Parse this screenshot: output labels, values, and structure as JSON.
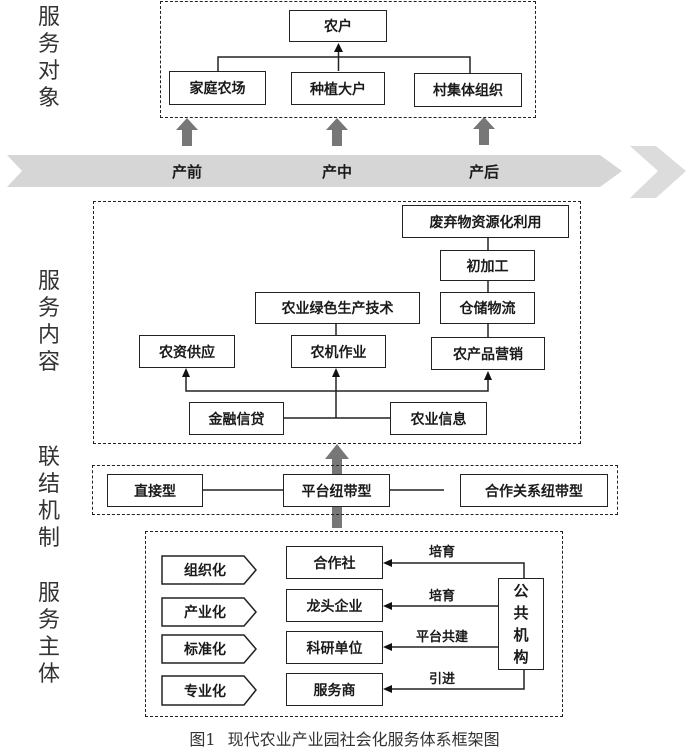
{
  "side_labels": {
    "service_targets": "服务对象",
    "service_content": "服务内容",
    "linkage_mechanism": "联结机制",
    "service_providers": "服务主体"
  },
  "service_targets": {
    "top": "农户",
    "items": [
      "家庭农场",
      "种植大户",
      "村集体组织"
    ]
  },
  "stages": [
    "产前",
    "产中",
    "产后"
  ],
  "service_content": {
    "waste_reuse": "废弃物资源化利用",
    "primary_processing": "初加工",
    "green_tech": "农业绿色生产技术",
    "storage_logistics": "仓储物流",
    "input_supply": "农资供应",
    "machinery_ops": "农机作业",
    "marketing": "农产品营销",
    "finance_credit": "金融信贷",
    "agri_info": "农业信息"
  },
  "linkage": {
    "items": [
      "直接型",
      "平台纽带型",
      "合作关系纽带型"
    ]
  },
  "providers": {
    "attributes": [
      "组织化",
      "产业化",
      "标准化",
      "专业化"
    ],
    "entities": [
      "合作社",
      "龙头企业",
      "科研单位",
      "服务商"
    ],
    "relations": [
      "培育",
      "培育",
      "平台共建",
      "引进"
    ],
    "public_institution": [
      "公",
      "共",
      "机",
      "构"
    ]
  },
  "caption": {
    "number": "图1",
    "title": "现代农业产业园社会化服务体系框架图"
  },
  "colors": {
    "band": "#d4d4d4",
    "up_arrow": "#7a7a7a",
    "line": "#222222"
  }
}
